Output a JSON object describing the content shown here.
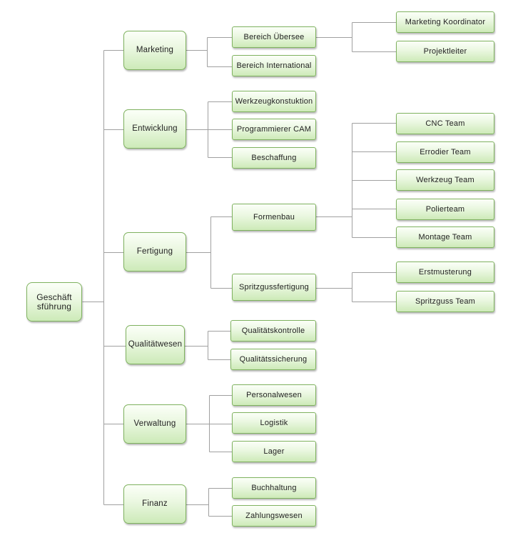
{
  "org_chart": {
    "root": "Geschäft\nsführung",
    "marketing": {
      "label": "Marketing",
      "bereich_uebersee": "Bereich Übersee",
      "bereich_international": "Bereich International",
      "marketing_koordinator": "Marketing Koordinator",
      "projektleiter": "Projektleiter"
    },
    "entwicklung": {
      "label": "Entwicklung",
      "werkzeugkonstuktion": "Werkzeugkonstuktion",
      "programmierer_cam": "Programmierer CAM",
      "beschaffung": "Beschaffung"
    },
    "fertigung": {
      "label": "Fertigung",
      "formenbau": "Formenbau",
      "spritzgussfertigung": "Spritzgussfertigung",
      "cnc_team": "CNC Team",
      "errodier_team": "Errodier Team",
      "werkzeug_team": "Werkzeug Team",
      "polierteam": "Polierteam",
      "montage_team": "Montage Team",
      "erstmusterung": "Erstmusterung",
      "spritzguss_team": "Spritzguss Team"
    },
    "qualitaetswesen": {
      "label": "Qualitätwesen",
      "qualitaetskontrolle": "Qualitätskontrolle",
      "qualitaetssicherung": "Qualitätssicherung"
    },
    "verwaltung": {
      "label": "Verwaltung",
      "personalwesen": "Personalwesen",
      "logistik": "Logistik",
      "lager": "Lager"
    },
    "finanz": {
      "label": "Finanz",
      "buchhaltung": "Buchhaltung",
      "zahlungswesen": "Zahlungswesen"
    }
  },
  "colors": {
    "connector": "#a0a0a0",
    "node_border": "#7fb25f",
    "node_fill": "#eaf7e0"
  }
}
